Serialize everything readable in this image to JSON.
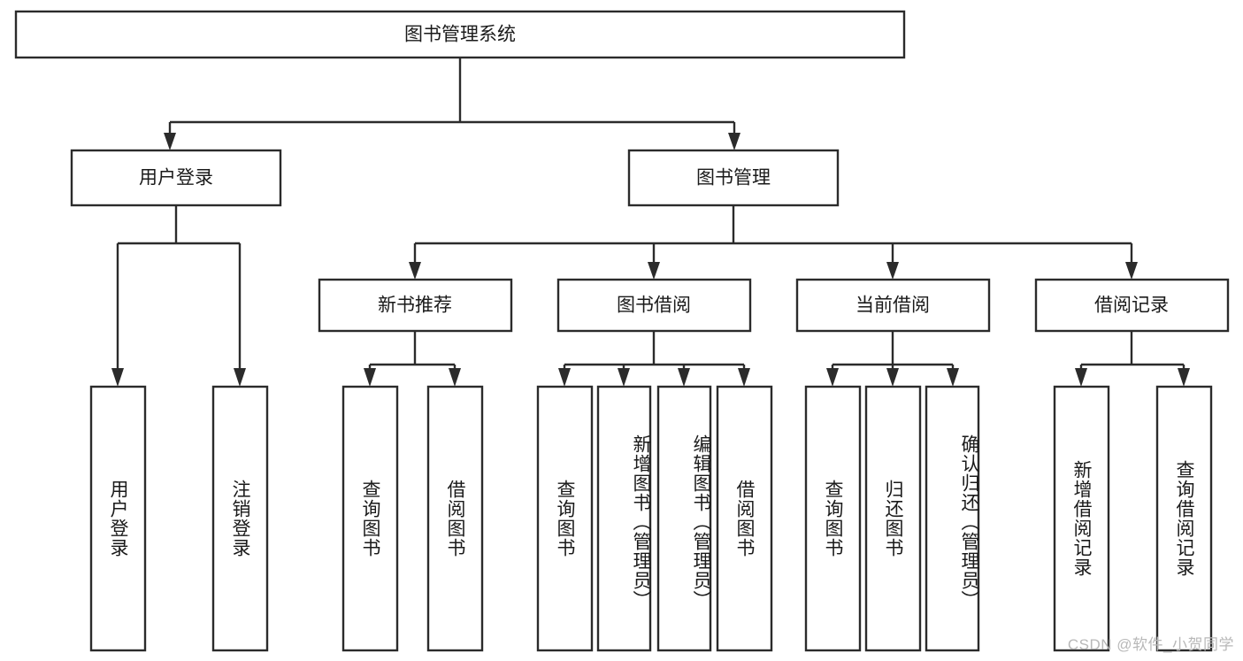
{
  "diagram": {
    "type": "tree-hierarchy",
    "title": "图书管理系统",
    "watermark": "CSDN @软件_小贺同学",
    "colors": {
      "stroke": "#2b2b2b",
      "fill": "#ffffff",
      "text": "#1a1a1a",
      "watermark": "#b8b8b8",
      "background": "#ffffff"
    },
    "levels": {
      "root": {
        "label": "图书管理系统"
      },
      "level2": [
        {
          "label": "用户登录"
        },
        {
          "label": "图书管理"
        }
      ],
      "level3": [
        {
          "label": "新书推荐"
        },
        {
          "label": "图书借阅"
        },
        {
          "label": "当前借阅"
        },
        {
          "label": "借阅记录"
        }
      ],
      "leaves": [
        {
          "label": "用户登录",
          "parent": "用户登录"
        },
        {
          "label": "注销登录",
          "parent": "用户登录"
        },
        {
          "label": "查询图书",
          "parent": "新书推荐"
        },
        {
          "label": "借阅图书",
          "parent": "新书推荐"
        },
        {
          "label": "查询图书",
          "parent": "图书借阅"
        },
        {
          "label": "新增图书（管理员）",
          "parent": "图书借阅"
        },
        {
          "label": "编辑图书（管理员）",
          "parent": "图书借阅"
        },
        {
          "label": "借阅图书",
          "parent": "图书借阅"
        },
        {
          "label": "查询图书",
          "parent": "当前借阅"
        },
        {
          "label": "归还图书",
          "parent": "当前借阅"
        },
        {
          "label": "确认归还（管理员）",
          "parent": "当前借阅"
        },
        {
          "label": "新增借阅记录",
          "parent": "借阅记录"
        },
        {
          "label": "查询借阅记录",
          "parent": "借阅记录"
        }
      ]
    }
  }
}
